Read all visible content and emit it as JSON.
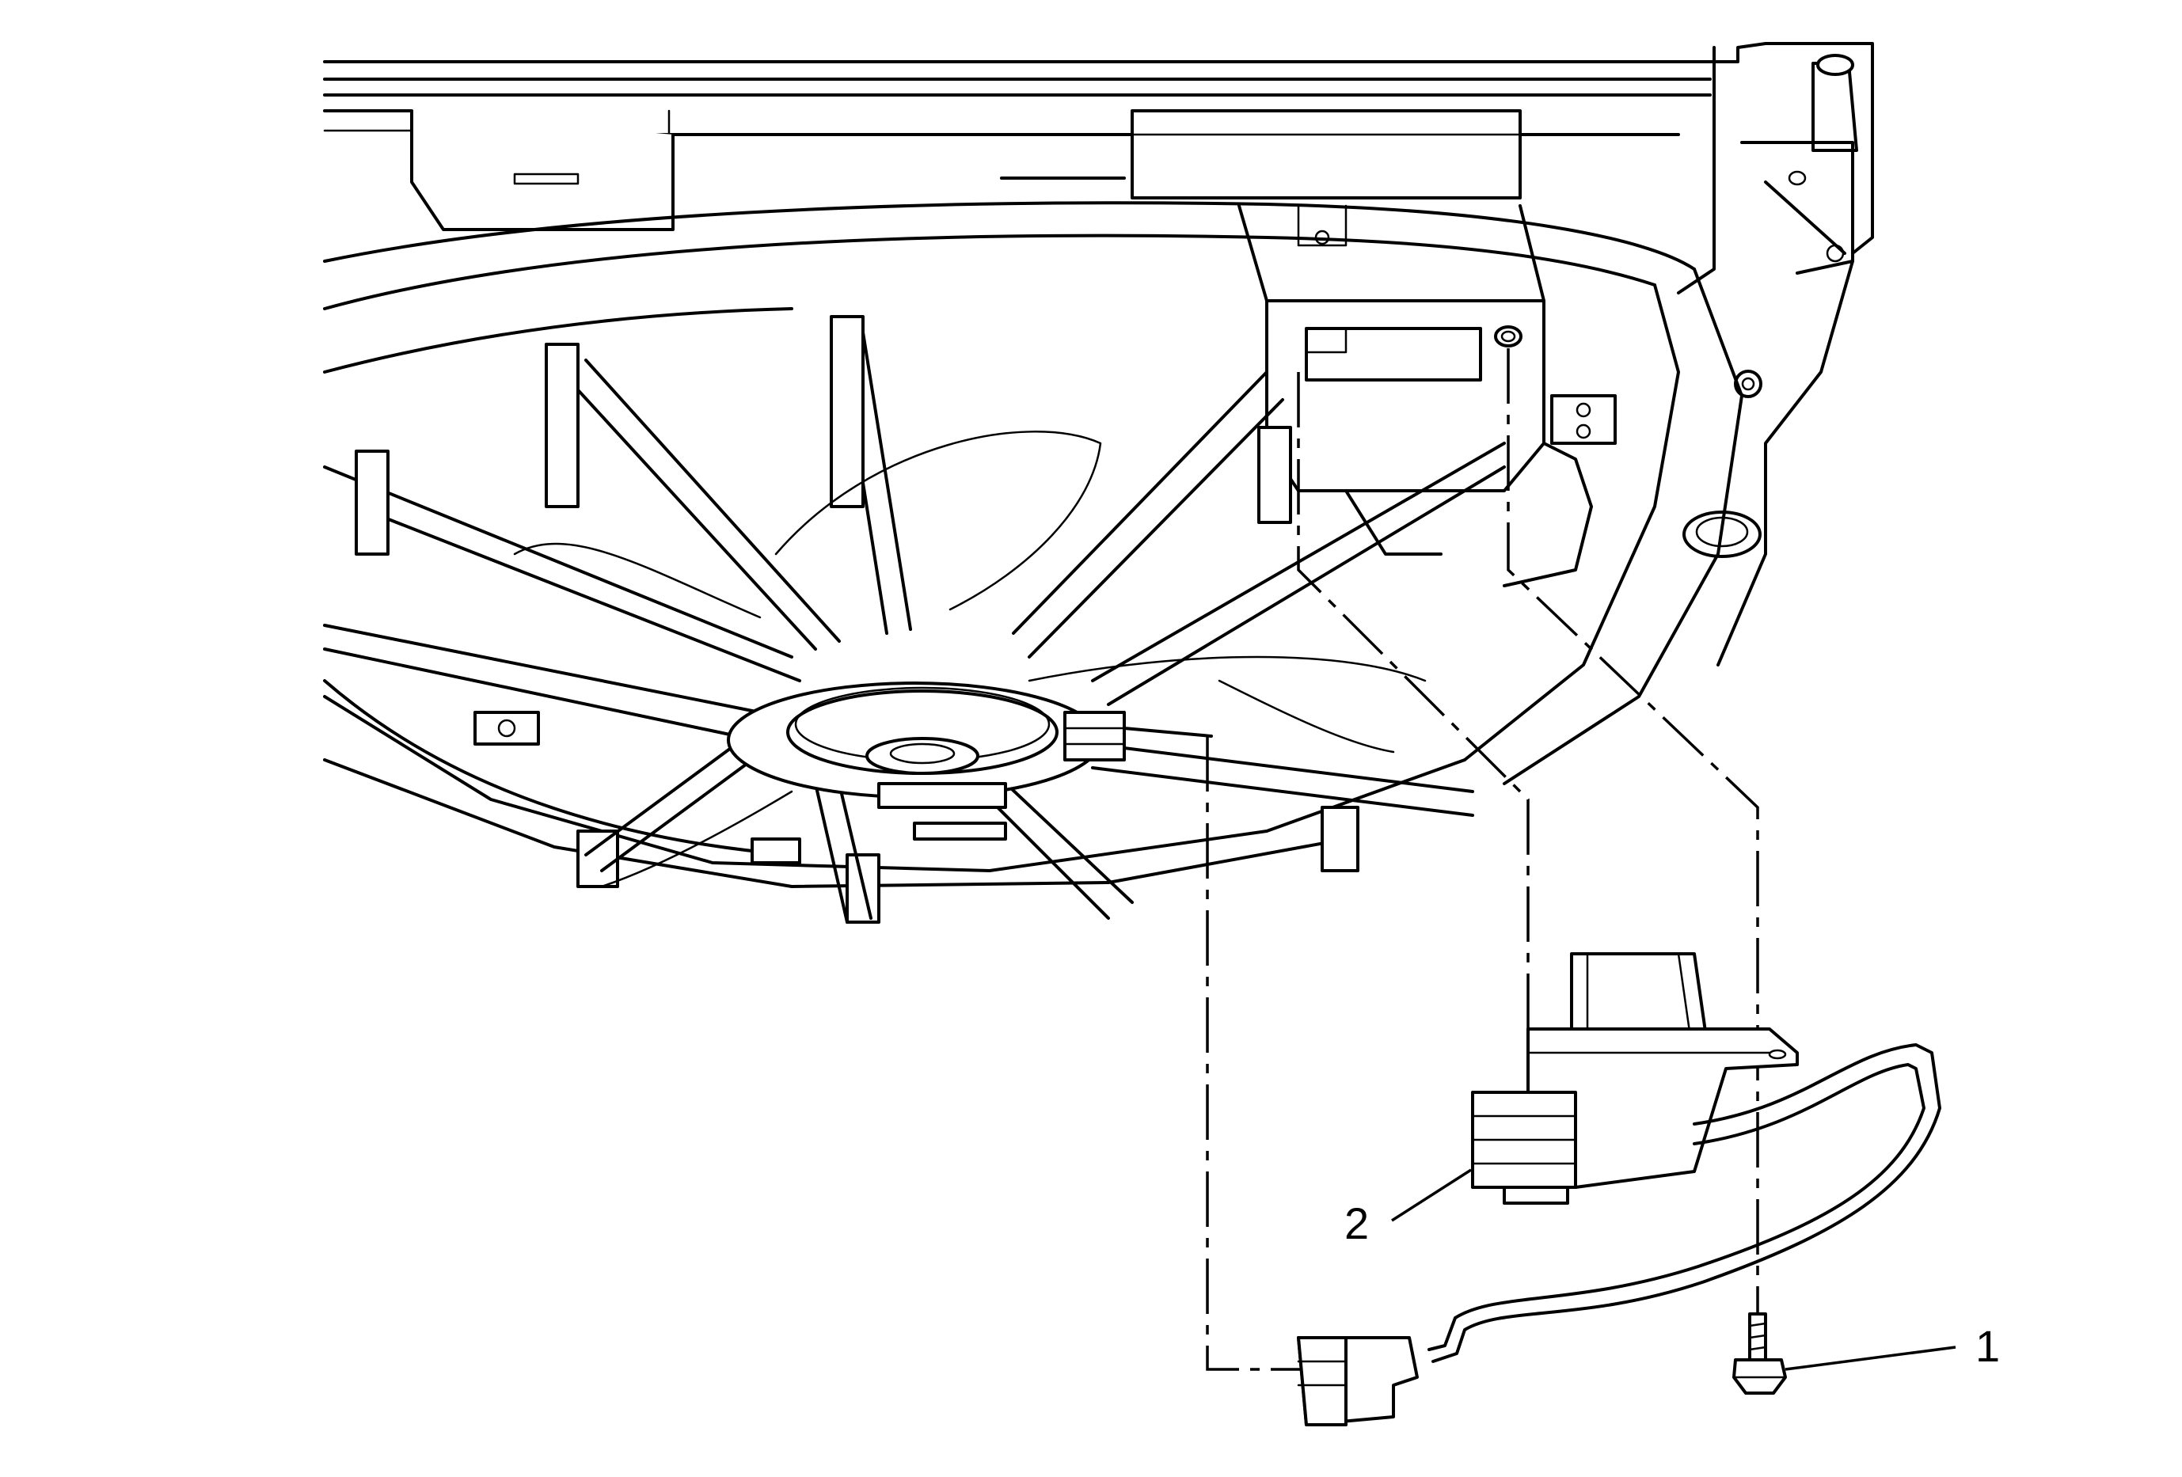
{
  "callouts": [
    {
      "id": "1",
      "label": "1"
    },
    {
      "id": "2",
      "label": "2"
    }
  ]
}
